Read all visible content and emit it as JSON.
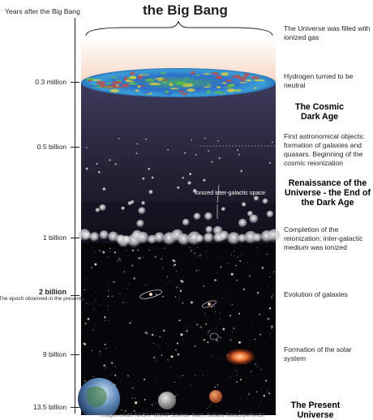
{
  "axis": {
    "header": "Years after the Big Bang"
  },
  "title": "the Big Bang",
  "timeline": [
    {
      "label": "0.3 million"
    },
    {
      "label": "0.5 billion"
    },
    {
      "label": "1 billion"
    },
    {
      "label": "9 billion"
    },
    {
      "label": "13.5 billion"
    }
  ],
  "epoch": {
    "label": "2 billion",
    "note": "(The epoch observed in the present research)"
  },
  "annotations": {
    "filled": "The Universe was filled with ionized gas",
    "hydrogen": "Hydrogen turned to be neutral",
    "dark_age": "The Cosmic Dark Age",
    "first_objects": "First astronomical objects: formation of galaxies and quasars. Beginning of the cosmic reionization",
    "renaissance": "Renaissance of the Universe - the End of the Dark Age",
    "completion": "Completion of the reionization: inter-galactic medium was ionized",
    "evolution": "Evolution of galaxies",
    "solar": "Formation of the solar system",
    "present": "The Present Universe"
  },
  "ionized_label": "Ionized inter-galactic space",
  "credit": "images credit: NASA / WMAP Science Team, Subaru Telescope/NAOJ",
  "colors": {
    "dark_age_top": "#3e3a5c",
    "dark_age_bottom": "#131320",
    "space": "#05050a",
    "glow_top": "#f6d6c4",
    "cmb_blue": "#2f6fc9",
    "cmb_green": "#5fbf4a",
    "cmb_yellow": "#e8d33a"
  }
}
